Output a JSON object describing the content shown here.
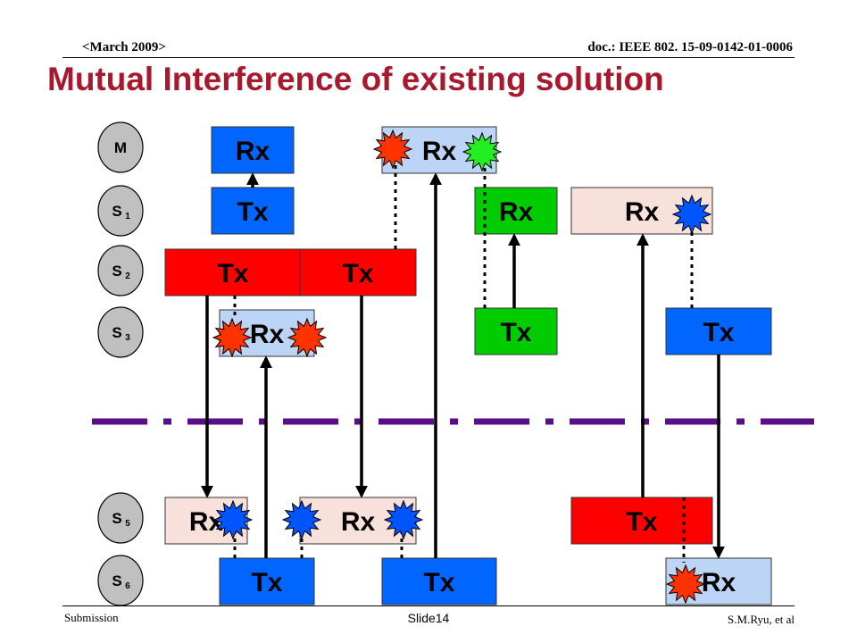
{
  "header": {
    "date": "<March 2009>",
    "doc_id": "doc.: IEEE 802. 15-09-0142-01-0006"
  },
  "title": "Mutual Interference of existing solution",
  "footer": {
    "left": "Submission",
    "center": "Slide14",
    "right": "S.M.Ryu, et al"
  },
  "colors": {
    "title": "#a8192e",
    "blue": "#0066ff",
    "red": "#ff0000",
    "green": "#00cc00",
    "light_blue": "#bcd4f5",
    "pink": "#f7e1da",
    "divider": "#5b0e8a",
    "burst_red": "#ff3300",
    "burst_blue": "#0055ff",
    "burst_green": "#22ee22"
  },
  "nodes": [
    {
      "main": "M",
      "sub": ""
    },
    {
      "main": "S",
      "sub": "1"
    },
    {
      "main": "S",
      "sub": "2"
    },
    {
      "main": "S",
      "sub": "3"
    },
    {
      "main": "S",
      "sub": "5"
    },
    {
      "main": "S",
      "sub": "6"
    }
  ],
  "labels": {
    "rx": "Rx",
    "tx": "Tx"
  },
  "icons": {
    "interference": "starburst-icon"
  }
}
